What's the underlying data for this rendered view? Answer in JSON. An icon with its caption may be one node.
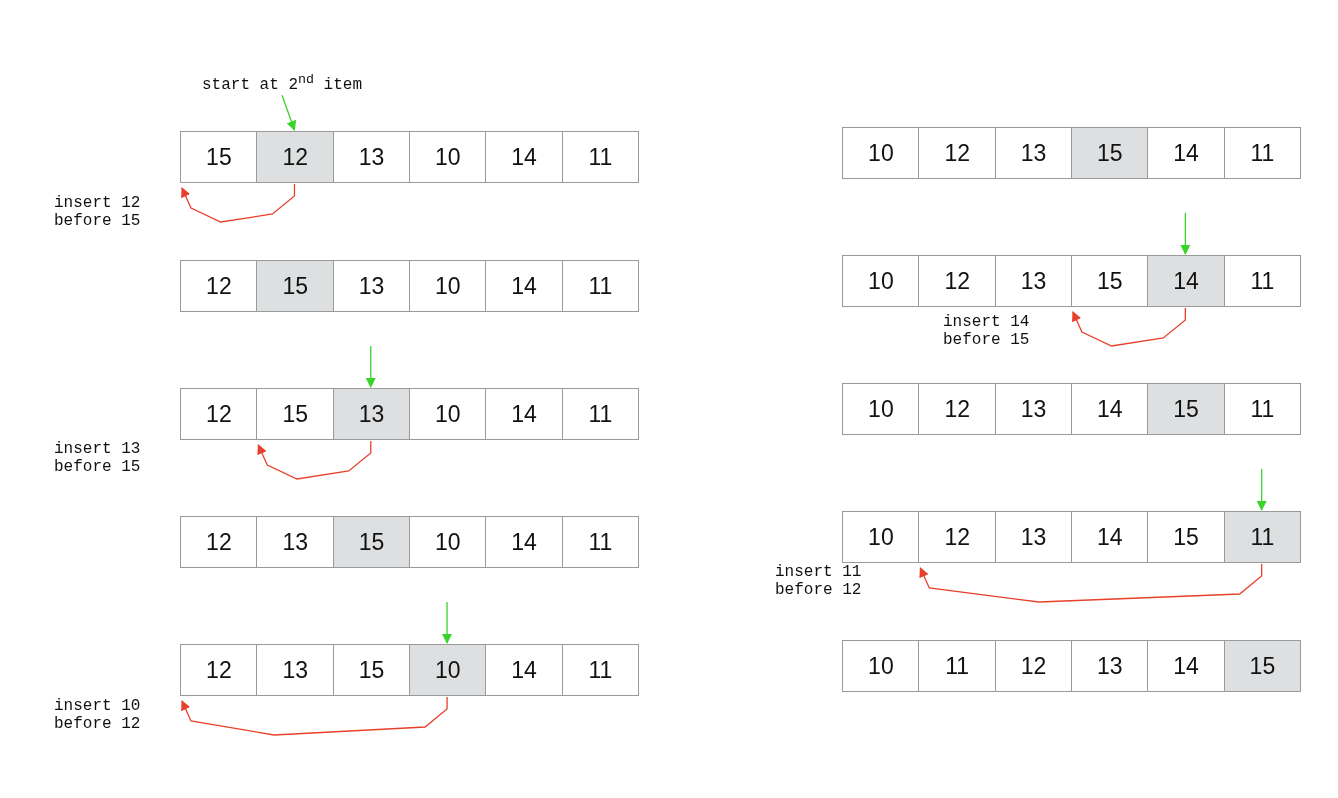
{
  "diagram": {
    "nodes": [
      {
        "text": [
          "start at 2$^{nd}$ item"
        ]
      },
      {
        "text": [
          "15"
        ]
      },
      {
        "text": [
          "12"
        ]
      },
      {
        "text": [
          "13"
        ]
      },
      {
        "text": [
          "10"
        ]
      },
      {
        "text": [
          "14"
        ]
      },
      {
        "text": [
          "11"
        ]
      },
      {
        "text": [
          "12"
        ]
      },
      {
        "text": [
          "15"
        ]
      },
      {
        "text": [
          "13"
        ]
      },
      {
        "text": [
          "10"
        ]
      },
      {
        "text": [
          "14"
        ]
      },
      {
        "text": [
          "11"
        ]
      },
      {
        "text": [
          "12"
        ]
      },
      {
        "text": [
          "15"
        ]
      },
      {
        "text": [
          "13"
        ]
      },
      {
        "text": [
          "10"
        ]
      },
      {
        "text": [
          "14"
        ]
      },
      {
        "text": [
          "11"
        ]
      },
      {
        "text": [
          "12"
        ]
      },
      {
        "text": [
          "13"
        ]
      },
      {
        "text": [
          "15"
        ]
      },
      {
        "text": [
          "10"
        ]
      },
      {
        "text": [
          "14"
        ]
      },
      {
        "text": [
          "11"
        ]
      },
      {
        "text": [
          "12"
        ]
      },
      {
        "text": [
          "13"
        ]
      },
      {
        "text": [
          "15"
        ]
      },
      {
        "text": [
          "10"
        ]
      },
      {
        "text": [
          "14"
        ]
      },
      {
        "text": [
          "11"
        ]
      },
      {
        "text": [
          "10"
        ]
      },
      {
        "text": [
          "12"
        ]
      },
      {
        "text": [
          "13"
        ]
      },
      {
        "text": [
          "15"
        ]
      },
      {
        "text": [
          "14"
        ]
      },
      {
        "text": [
          "11"
        ]
      },
      {
        "text": [
          "10"
        ]
      },
      {
        "text": [
          "12"
        ]
      },
      {
        "text": [
          "13"
        ]
      },
      {
        "text": [
          "15"
        ]
      },
      {
        "text": [
          "14"
        ]
      },
      {
        "text": [
          "11"
        ]
      },
      {
        "text": [
          "10"
        ]
      },
      {
        "text": [
          "12"
        ]
      },
      {
        "text": [
          "13"
        ]
      },
      {
        "text": [
          "14"
        ]
      },
      {
        "text": [
          "15"
        ]
      },
      {
        "text": [
          "11"
        ]
      },
      {
        "text": [
          "10"
        ]
      },
      {
        "text": [
          "12"
        ]
      },
      {
        "text": [
          "13"
        ]
      },
      {
        "text": [
          "14"
        ]
      },
      {
        "text": [
          "15"
        ]
      },
      {
        "text": [
          "11"
        ]
      },
      {
        "text": [
          "10"
        ]
      },
      {
        "text": [
          "11"
        ]
      },
      {
        "text": [
          "12"
        ]
      },
      {
        "text": [
          "13"
        ]
      },
      {
        "text": [
          "14"
        ]
      },
      {
        "text": [
          "15"
        ]
      }
    ],
    "edges": [
      {
        "from": 0,
        "to": 2,
        "arrow": "to",
        "color": "#3ad32a"
      },
      {
        "from": 2,
        "to": 1,
        "arrow": "to",
        "color": "#e8402a"
      },
      {
        "from": null,
        "to": 15,
        "arrow": "to",
        "color": "#3ad32a"
      },
      {
        "from": 15,
        "to": 14,
        "arrow": "to",
        "color": "#e8402a"
      },
      {
        "from": null,
        "to": 28,
        "arrow": "to",
        "color": "#3ad32a"
      },
      {
        "from": 28,
        "to": 25,
        "arrow": "to",
        "color": "#e8402a"
      },
      {
        "from": null,
        "to": 41,
        "arrow": "to",
        "color": "#3ad32a"
      },
      {
        "from": 41,
        "to": 40,
        "arrow": "to",
        "color": "#e8402a"
      },
      {
        "from": null,
        "to": 54,
        "arrow": "to",
        "color": "#3ad32a"
      },
      {
        "from": 54,
        "to": 50,
        "arrow": "to",
        "color": "#e8402a"
      }
    ],
    "labels": [
      "insert 12 before 15",
      "insert 13 before 15",
      "insert 10 before 12",
      "insert 14 before 15",
      "insert 11 before 12"
    ]
  }
}
